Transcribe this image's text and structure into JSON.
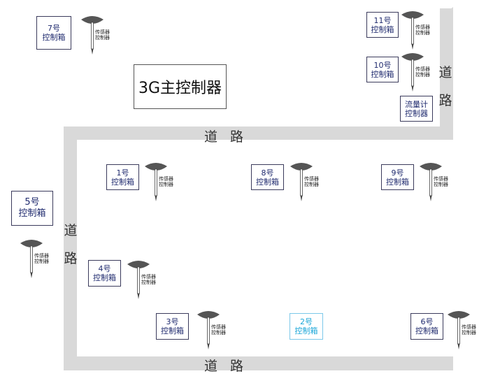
{
  "main_controller": "3G主控制器",
  "roads": {
    "top_horizontal": "道 路",
    "bottom_horizontal": "道 路",
    "right_vertical": [
      "道",
      "路"
    ],
    "left_vertical": [
      "道",
      "路"
    ]
  },
  "boxes": {
    "b7": [
      "7号",
      "控制箱"
    ],
    "b11": [
      "11号",
      "控制箱"
    ],
    "b10": [
      "10号",
      "控制箱"
    ],
    "flow": [
      "流量计",
      "控制器"
    ],
    "b1": [
      "1号",
      "控制箱"
    ],
    "b8": [
      "8号",
      "控制箱"
    ],
    "b9": [
      "9号",
      "控制箱"
    ],
    "b5": [
      "5号",
      "控制箱"
    ],
    "b4": [
      "4号",
      "控制箱"
    ],
    "b3": [
      "3号",
      "控制箱"
    ],
    "b2": [
      "2号",
      "控制箱"
    ],
    "b6": [
      "6号",
      "控制箱"
    ]
  },
  "sensor_label": [
    "传感器",
    "控制器"
  ],
  "colors": {
    "road": "#d9d9d9",
    "box_text": "#1f2a6e",
    "highlight_box": "#1aa6d8",
    "sensor": "#555555"
  }
}
